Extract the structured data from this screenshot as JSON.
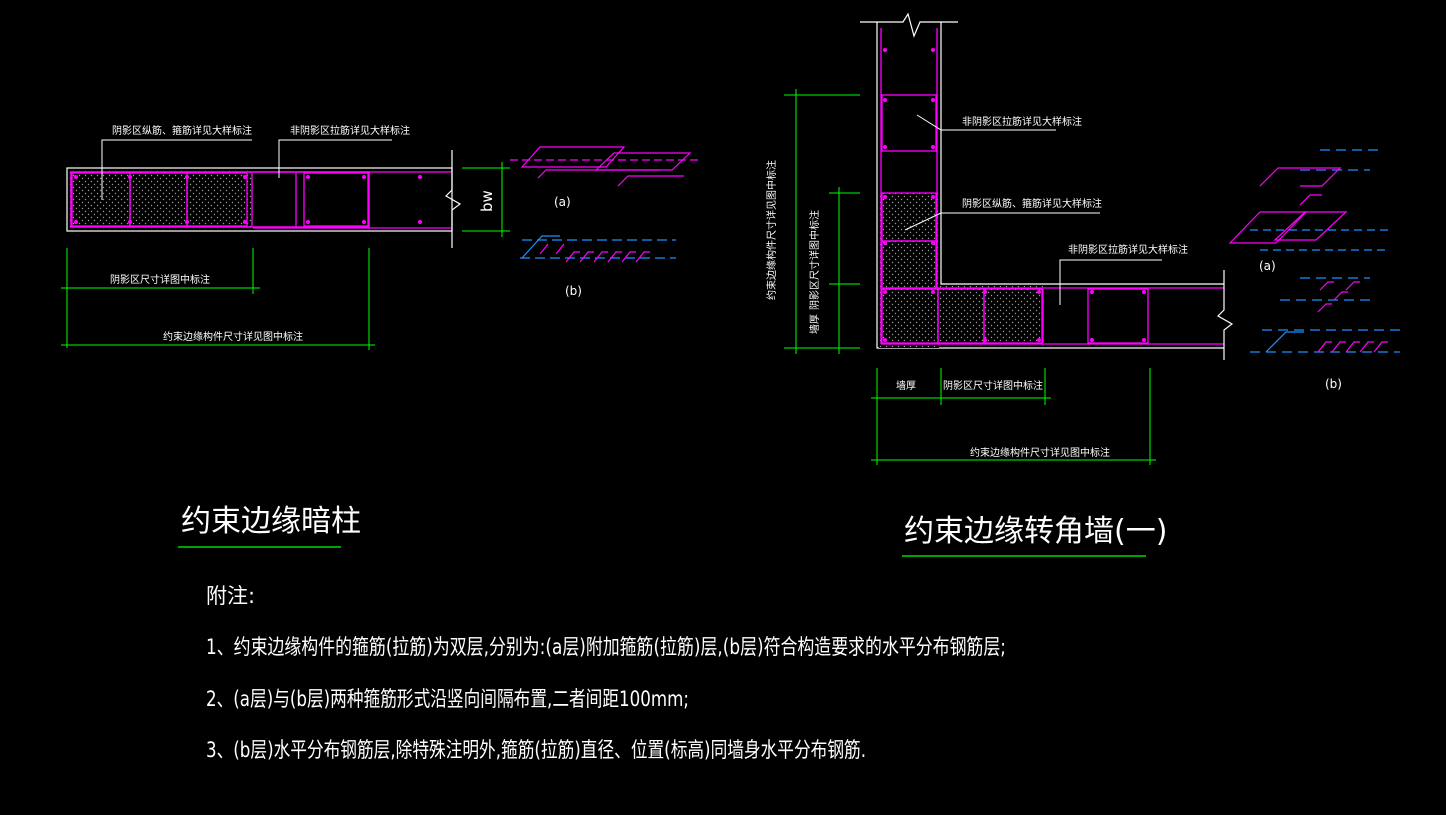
{
  "left_detail": {
    "title": "约束边缘暗柱",
    "label_hidden_zone_rebar": "阴影区纵筋、箍筋详见大样标注",
    "label_non_hidden_tie": "非阴影区拉筋详见大样标注",
    "dim_hidden_zone": "阴影区尺寸详图中标注",
    "dim_total": "约束边缘构件尺寸详见图中标注",
    "bw": "bw",
    "sub_a": "(a)",
    "sub_b": "(b)"
  },
  "right_detail": {
    "title": "约束边缘转角墙(一)",
    "label_non_hidden_tie": "非阴影区拉筋详见大样标注",
    "label_hidden_zone_rebar": "阴影区纵筋、箍筋详见大样标注",
    "label_non_hidden_tie_2": "非阴影区拉筋详见大样标注",
    "dim_vertical_total": "约束边缘构件尺寸详见图中标注",
    "dim_vertical_hidden": "阴影区尺寸详图中标注",
    "dim_vertical_wall": "墙厚",
    "dim_wall": "墙厚",
    "dim_hidden": "阴影区尺寸详图中标注",
    "dim_total": "约束边缘构件尺寸详见图中标注",
    "sub_a": "(a)",
    "sub_b": "(b)"
  },
  "notes": {
    "heading": "附注:",
    "items": [
      "1、约束边缘构件的箍筋(拉筋)为双层,分别为:(a层)附加箍筋(拉筋)层,(b层)符合构造要求的水平分布钢筋层;",
      "2、(a层)与(b层)两种箍筋形式沿竖向间隔布置,二者间距100mm;",
      "3、(b层)水平分布钢筋层,除特殊注明外,箍筋(拉筋)直径、位置(标高)同墙身水平分布钢筋."
    ]
  },
  "colors": {
    "background": "#000000",
    "outline": "#ffffff",
    "rebar": "#ff00ff",
    "dimension": "#00ff00",
    "layer_b": "#1e90ff",
    "text": "#ffffff"
  }
}
